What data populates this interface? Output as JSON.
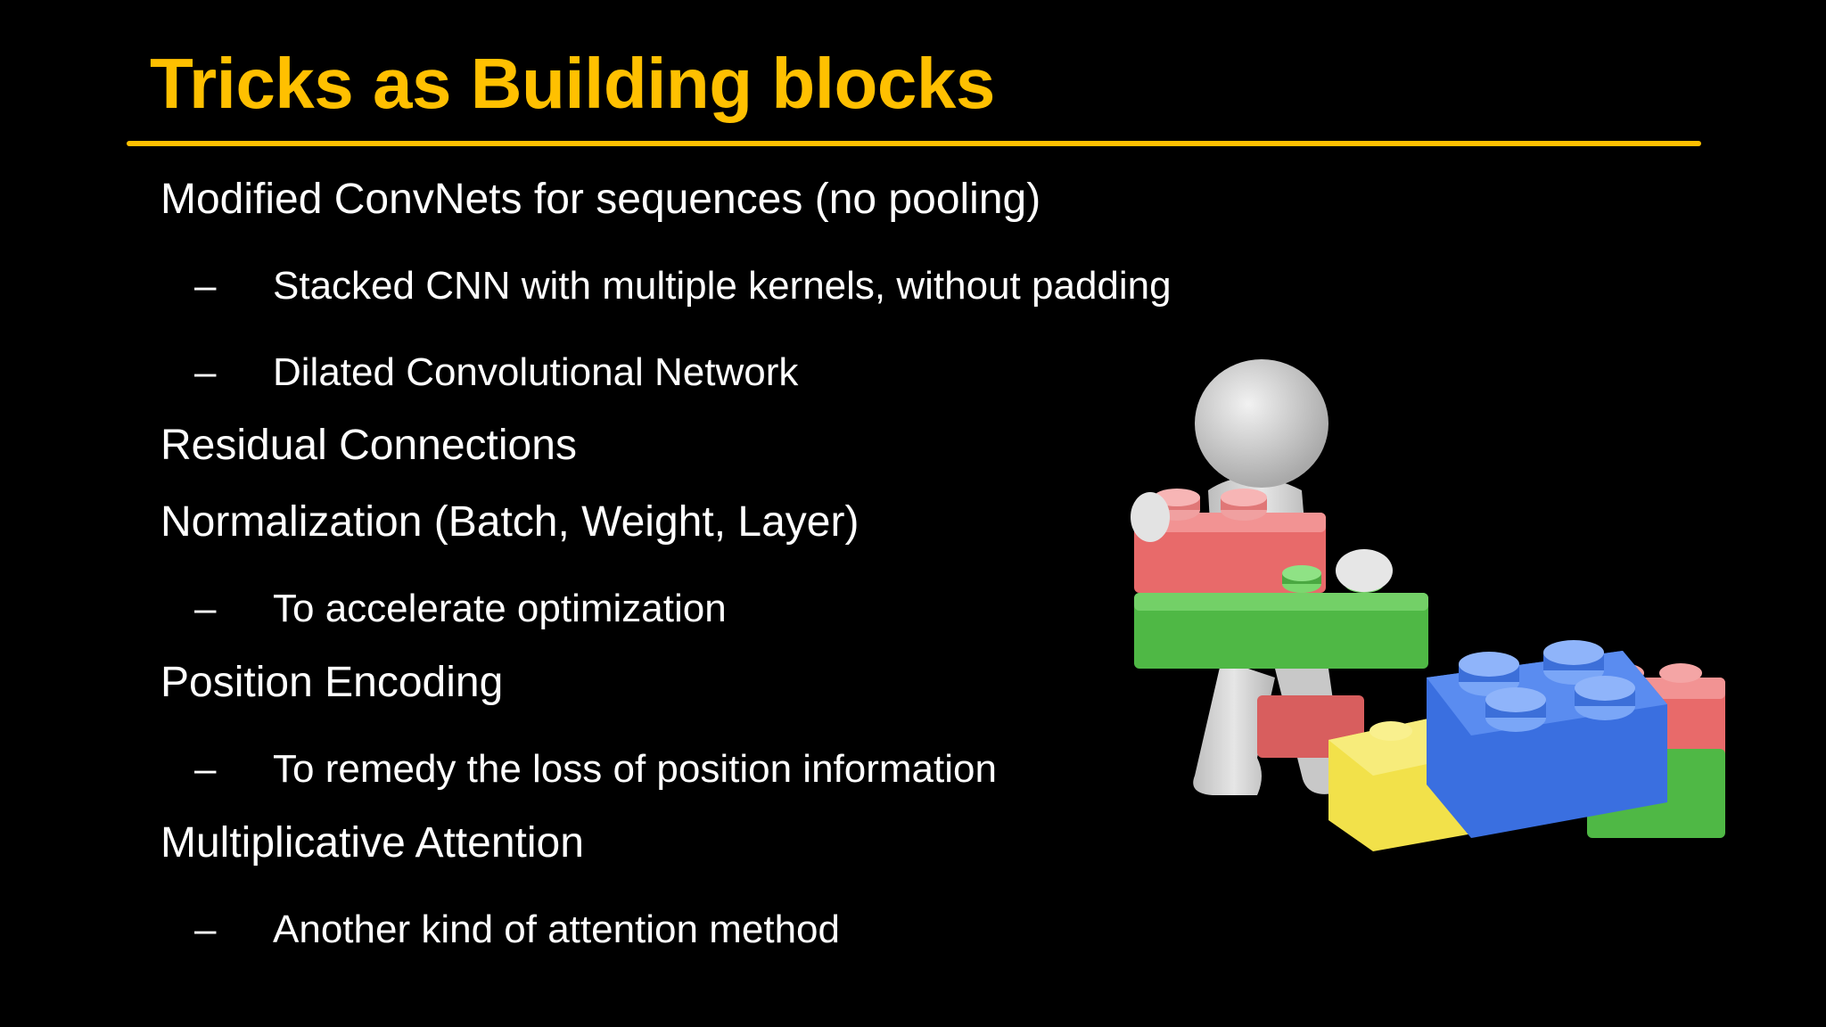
{
  "slide": {
    "title": "Tricks as Building blocks",
    "bullets": [
      {
        "level": 1,
        "text": "Modified ConvNets for sequences (no pooling)"
      },
      {
        "level": 2,
        "dash": "–",
        "text": "Stacked CNN with multiple kernels, without padding"
      },
      {
        "level": 2,
        "dash": "–",
        "text": "Dilated Convolutional Network"
      },
      {
        "level": 1,
        "text": "Residual Connections"
      },
      {
        "level": 1,
        "text": "Normalization (Batch, Weight, Layer)"
      },
      {
        "level": 2,
        "dash": "–",
        "text": "To accelerate optimization"
      },
      {
        "level": 1,
        "text": "Position Encoding"
      },
      {
        "level": 2,
        "dash": "–",
        "text": "To remedy the loss of position information"
      },
      {
        "level": 1,
        "text": "Multiplicative Attention"
      },
      {
        "level": 2,
        "dash": "–",
        "text": "Another kind of attention method"
      }
    ]
  },
  "colors": {
    "background": "#000000",
    "title": "#ffc000",
    "text": "#ffffff",
    "brick_red": "#e86a6a",
    "brick_green": "#55c24a",
    "brick_yellow": "#f2e14a",
    "brick_blue": "#3a6fe0",
    "figure": "#d9d9d9"
  },
  "illustration": {
    "icon": "person-with-building-blocks-icon"
  }
}
